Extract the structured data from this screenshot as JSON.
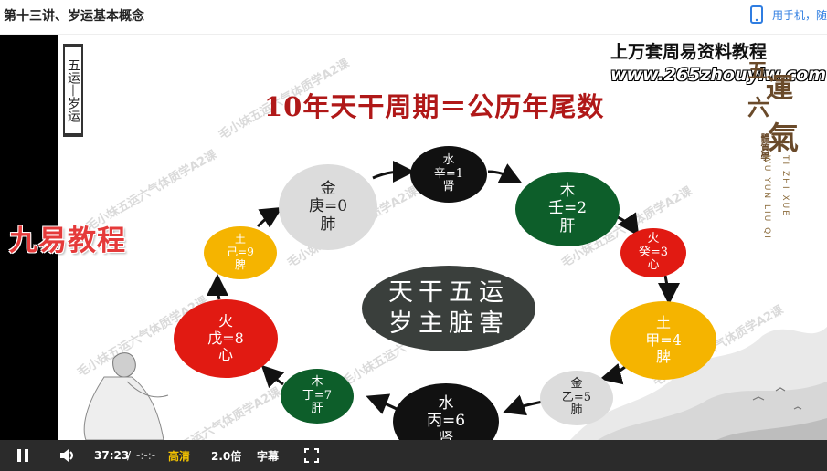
{
  "page": {
    "title": "第十三讲、岁运基本概念",
    "phone_label": "用手机，随"
  },
  "slide": {
    "side_tag": "五运—岁运",
    "headline": "10年天干周期＝公历年尾数",
    "brand_line1": "上万套周易资料教程",
    "brand_line2": "www.265zhouyiw.com",
    "calligraphy": "五運六氣",
    "calligraphy_sub": "體質學",
    "pinyin1": "WU YUN LIU QI",
    "pinyin2": "TI ZHI XUE",
    "overlay_brand": "九易教程",
    "watermark": "毛小妹五运六气体质学A2课",
    "center_line1": "天干五运",
    "center_line2": "岁主脏害",
    "nodes": [
      {
        "element": "金",
        "stem": "庚=0",
        "organ": "肺",
        "color": "#dcdcdc",
        "text_color": "#222"
      },
      {
        "element": "水",
        "stem": "辛=1",
        "organ": "肾",
        "color": "#111111",
        "text_color": "#ffffff"
      },
      {
        "element": "木",
        "stem": "壬=2",
        "organ": "肝",
        "color": "#0d5e2a",
        "text_color": "#ffffff"
      },
      {
        "element": "火",
        "stem": "癸=3",
        "organ": "心",
        "color": "#e11a12",
        "text_color": "#ffffff"
      },
      {
        "element": "土",
        "stem": "甲=4",
        "organ": "脾",
        "color": "#f5b400",
        "text_color": "#ffffff"
      },
      {
        "element": "金",
        "stem": "乙=5",
        "organ": "肺",
        "color": "#dcdcdc",
        "text_color": "#222"
      },
      {
        "element": "水",
        "stem": "丙=6",
        "organ": "肾",
        "color": "#111111",
        "text_color": "#ffffff"
      },
      {
        "element": "木",
        "stem": "丁=7",
        "organ": "肝",
        "color": "#0d5e2a",
        "text_color": "#ffffff"
      },
      {
        "element": "火",
        "stem": "戊=8",
        "organ": "心",
        "color": "#e11a12",
        "text_color": "#ffffff"
      },
      {
        "element": "土",
        "stem": "己=9",
        "organ": "脾",
        "color": "#f5b400",
        "text_color": "#ffffff"
      }
    ]
  },
  "player": {
    "time_current": "37:23",
    "time_sep": "/",
    "time_total": "-:-:-",
    "quality": "高清",
    "speed": "2.0倍",
    "subtitle": "字幕",
    "accent": "#f5c400"
  }
}
